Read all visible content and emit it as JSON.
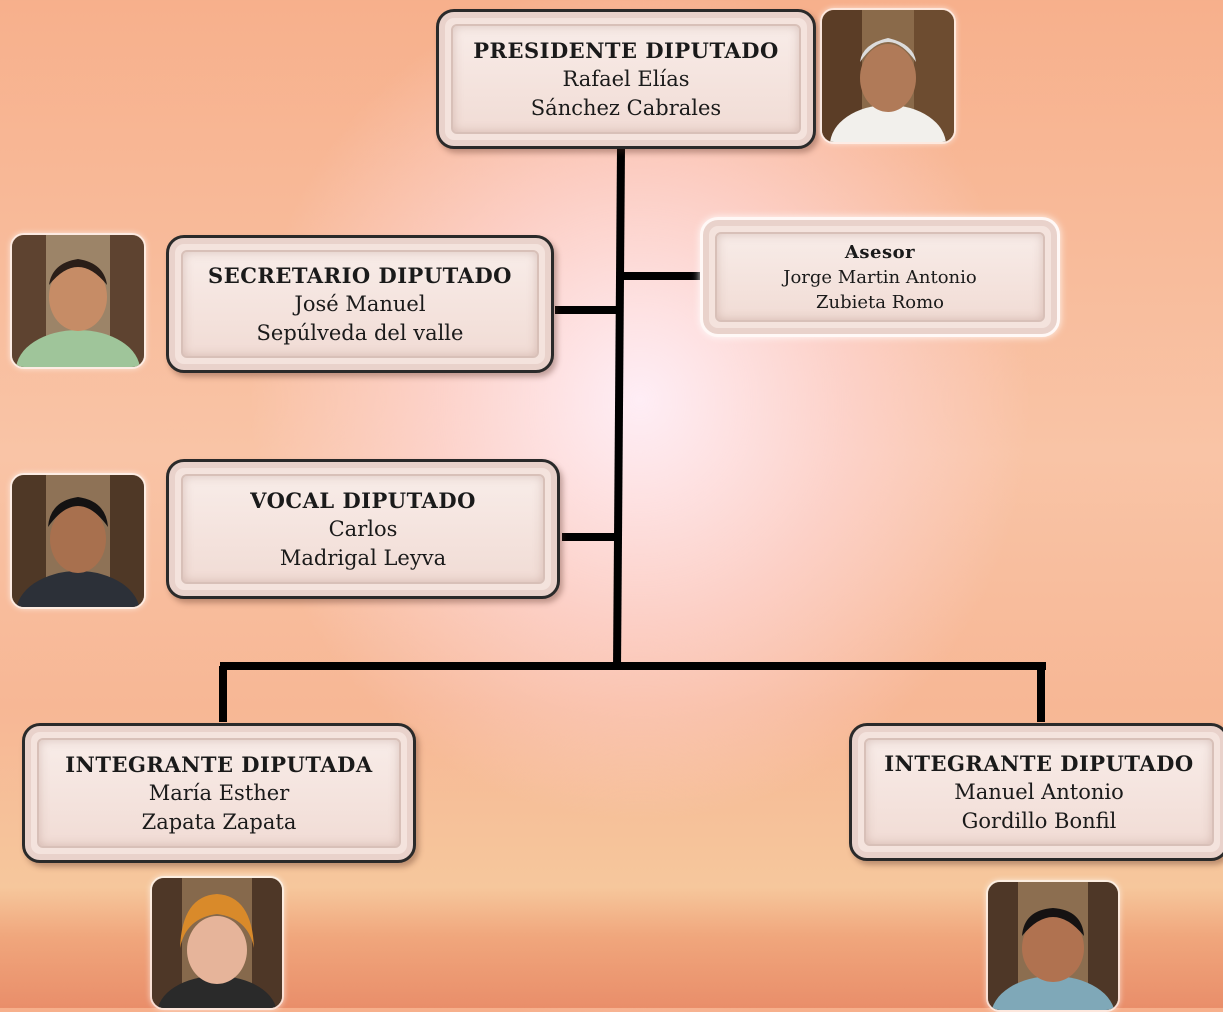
{
  "president": {
    "title": "PRESIDENTE DIPUTADO",
    "name1": "Rafael Elías",
    "name2": "Sánchez Cabrales"
  },
  "asesor": {
    "title": "Asesor",
    "name1": "Jorge Martin Antonio",
    "name2": "Zubieta Romo"
  },
  "secretary": {
    "title": "SECRETARIO DIPUTADO",
    "name1": "José Manuel",
    "name2": "Sepúlveda del valle"
  },
  "vocal": {
    "title": "VOCAL DIPUTADO",
    "name1": "Carlos",
    "name2": "Madrigal Leyva"
  },
  "member_left": {
    "title": "INTEGRANTE DIPUTADA",
    "name1": "María Esther",
    "name2": "Zapata Zapata"
  },
  "member_right": {
    "title": "INTEGRANTE DIPUTADO",
    "name1": "Manuel Antonio",
    "name2": "Gordillo Bonfil"
  },
  "colors": {
    "connector": "#000000",
    "box_fill": "#f4e3dd",
    "background": "#f7b08c"
  },
  "icons": [
    "portrait-president",
    "portrait-secretary",
    "portrait-vocal",
    "portrait-member-left",
    "portrait-member-right"
  ]
}
